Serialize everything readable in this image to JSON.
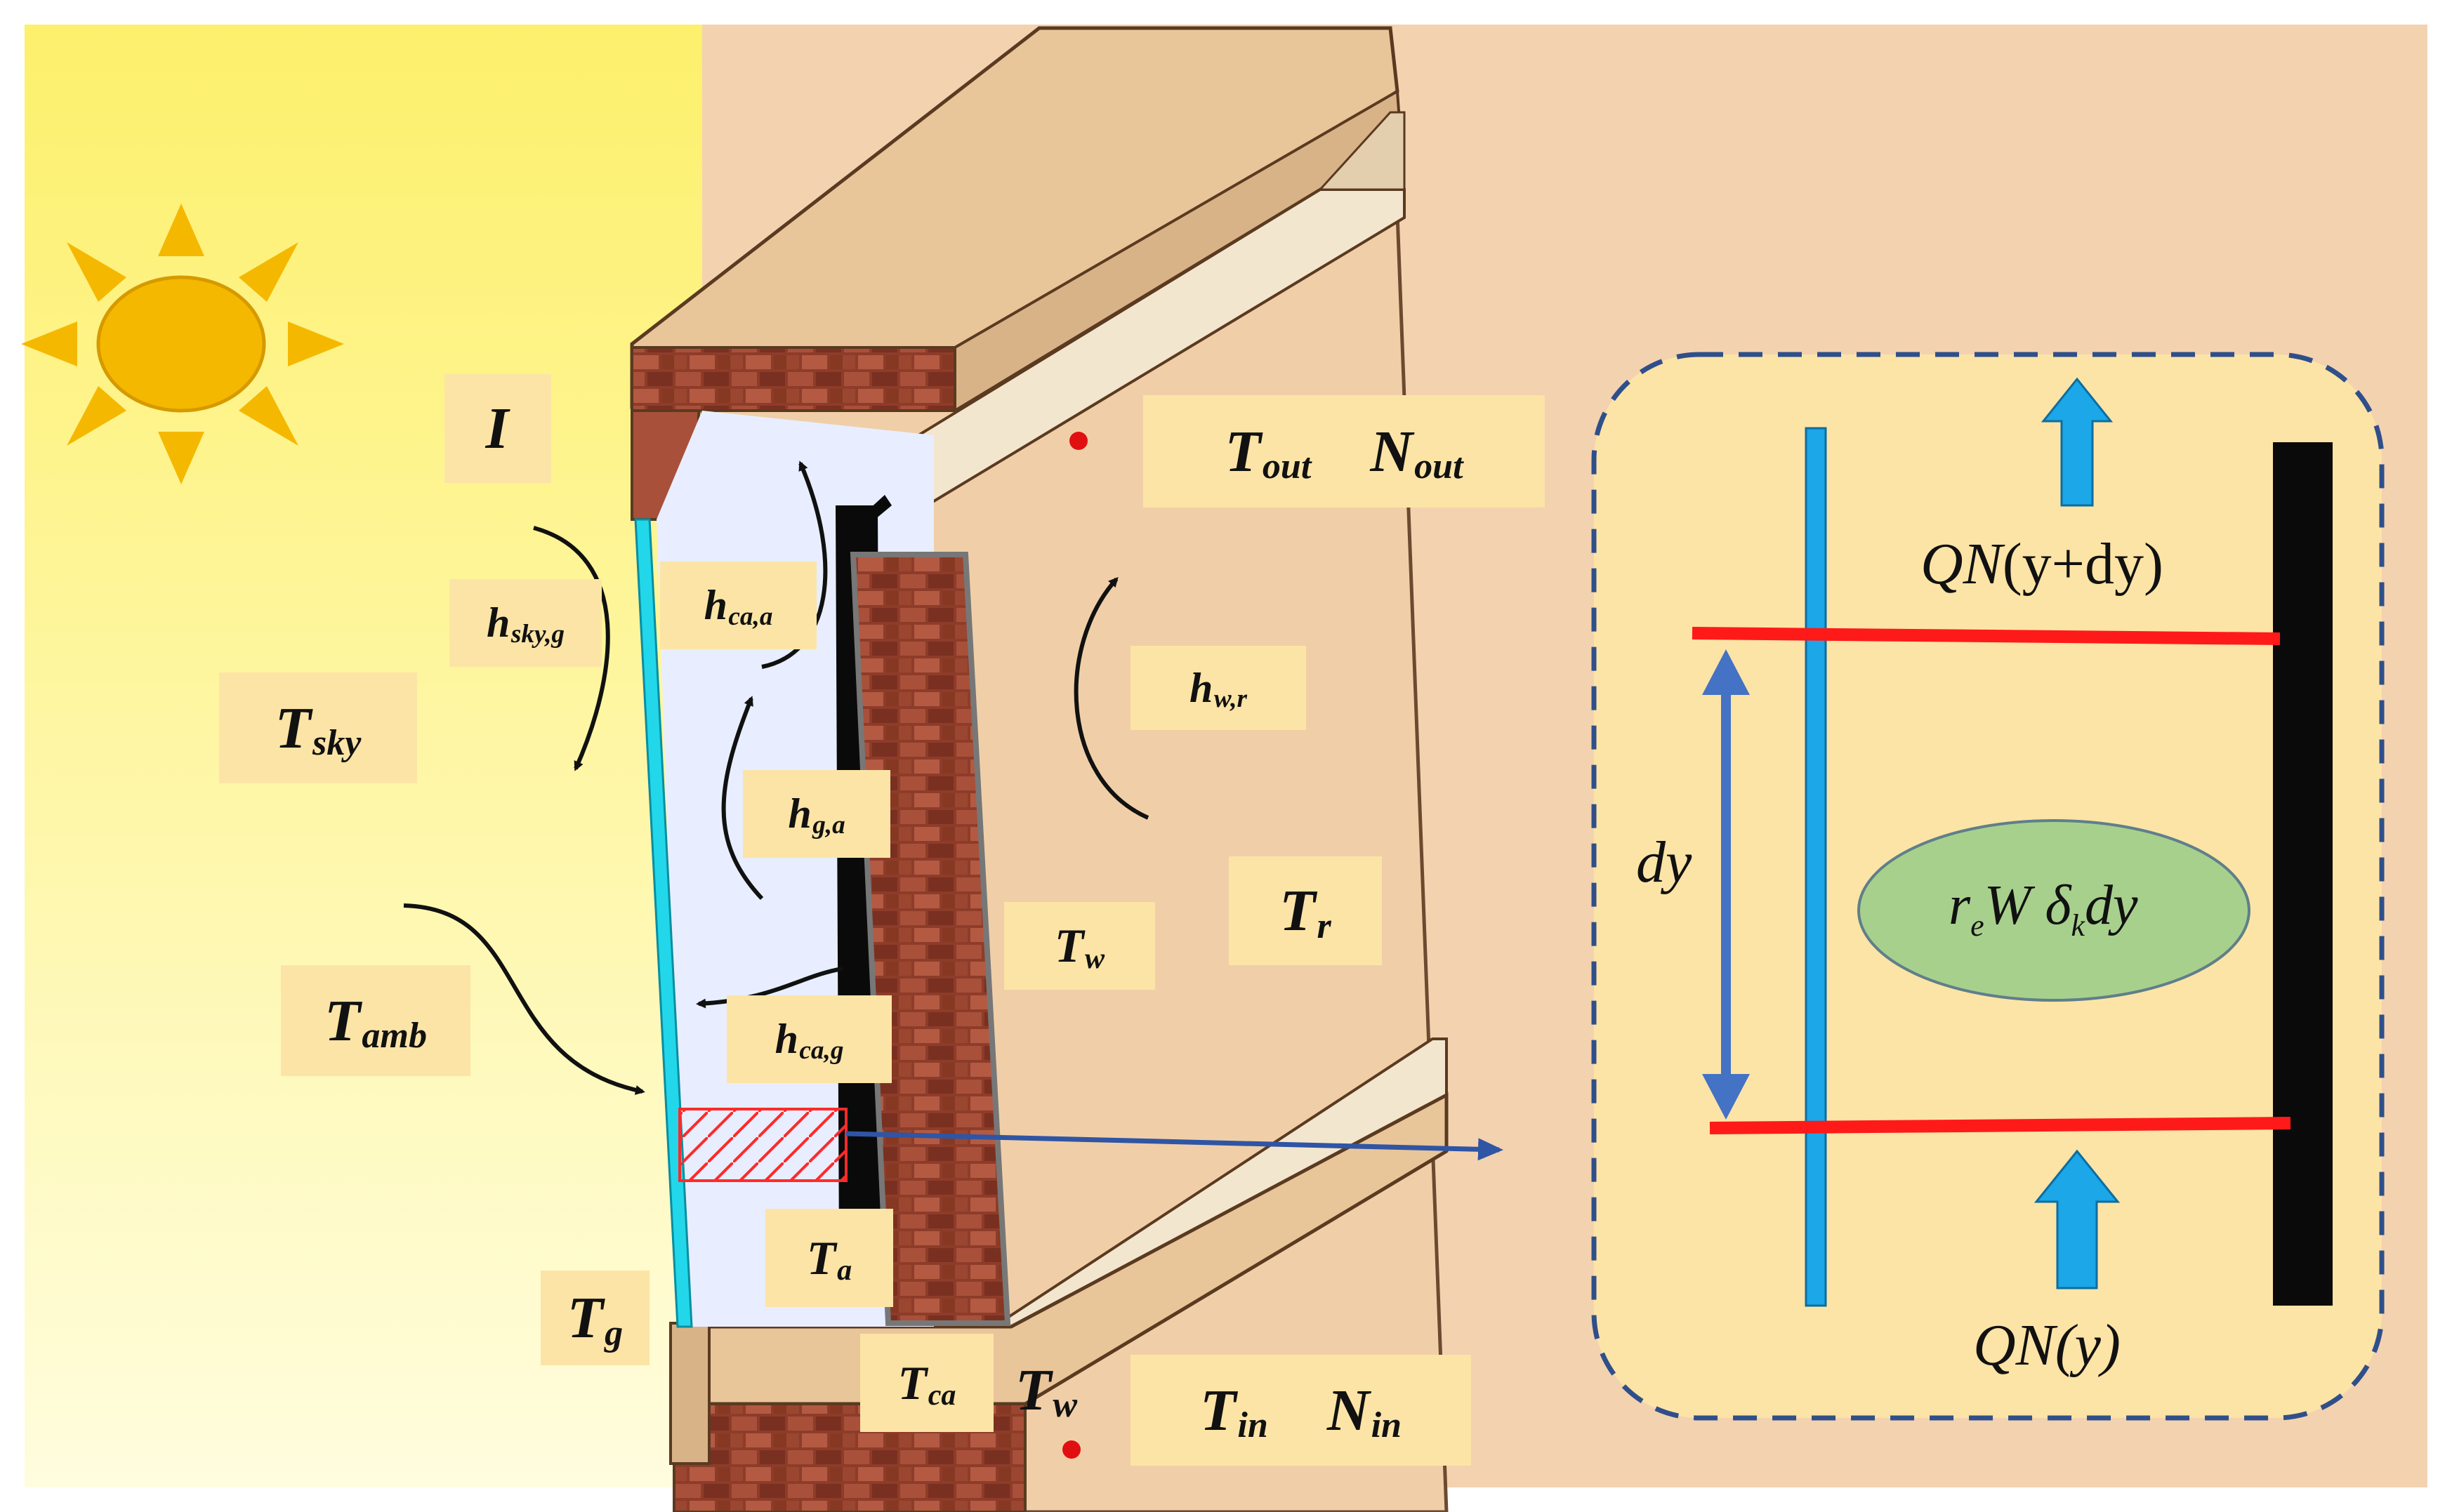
{
  "labels": {
    "I": {
      "main": "I",
      "sub": ""
    },
    "h_sky_g": {
      "main": "h",
      "sub": "sky,g"
    },
    "T_sky": {
      "main": "T",
      "sub": "sky"
    },
    "T_amb": {
      "main": "T",
      "sub": "amb"
    },
    "T_g": {
      "main": "T",
      "sub": "g"
    },
    "h_ca_a": {
      "main": "h",
      "sub": "ca,a"
    },
    "h_g_a": {
      "main": "h",
      "sub": "g,a"
    },
    "h_ca_g": {
      "main": "h",
      "sub": "ca,g"
    },
    "T_a": {
      "main": "T",
      "sub": "a"
    },
    "T_ca": {
      "main": "T",
      "sub": "ca"
    },
    "T_w_small": {
      "main": "T",
      "sub": "w"
    },
    "T_w_bottom": {
      "main": "T",
      "sub": "w"
    },
    "h_w_r": {
      "main": "h",
      "sub": "w,r"
    },
    "T_r": {
      "main": "T",
      "sub": "r"
    },
    "T_out": {
      "main": "T",
      "sub": "out"
    },
    "N_out": {
      "main": "N",
      "sub": "out"
    },
    "T_in": {
      "main": "T",
      "sub": "in"
    },
    "N_in": {
      "main": "N",
      "sub": "in"
    }
  },
  "detail": {
    "top_flux": {
      "var": "QN",
      "arg": "(y+dy)"
    },
    "bottom_flux": {
      "var": "QN",
      "arg": "(y)"
    },
    "dy": "dy",
    "source": {
      "r": "r",
      "r_sub": "e",
      "W": "W",
      "delta": "δ",
      "delta_sub": "k",
      "dy": "dy"
    }
  },
  "colors": {
    "sky_top": "#fdf06a",
    "sky_bottom": "#fffde0",
    "sun": "#f5b800",
    "wall_bg": "#f3d2b0",
    "wood": "#e9c59a",
    "brick": "#8e3c2a",
    "glass": "#22d7ea",
    "cavity": "#e8eeff",
    "label_bg": "#fce4a6",
    "detail_bg": "#fce4a6",
    "detail_border": "#2f4f8a",
    "red_line": "#ff1a1a",
    "blue_arrow": "#1ba7e8",
    "dy_arrow": "#4472c4",
    "ellipse": "#a8d08d"
  }
}
